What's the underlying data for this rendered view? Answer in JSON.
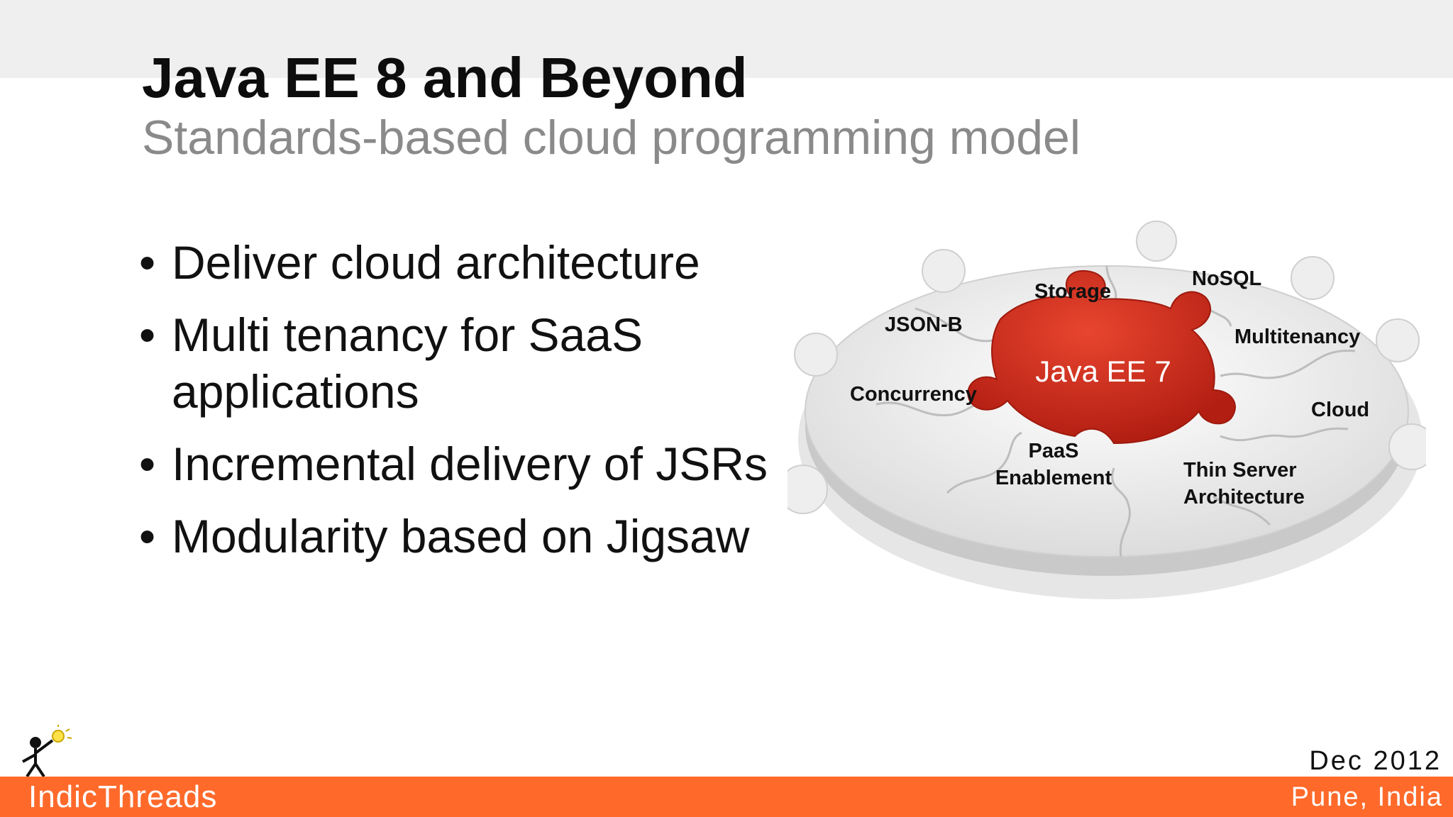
{
  "slide": {
    "title": "Java EE 8 and Beyond",
    "subtitle": "Standards-based cloud programming model"
  },
  "bullets": [
    {
      "marker": "•",
      "text": "Deliver cloud architecture"
    },
    {
      "marker": "•",
      "text": "Multi tenancy for SaaS applications"
    },
    {
      "marker": "•",
      "text": "Incremental delivery of JSRs"
    },
    {
      "marker": "•",
      "text": "Modularity based on Jigsaw"
    }
  ],
  "puzzle": {
    "center": "Java EE 7",
    "pieces": {
      "storage": "Storage",
      "nosql": "NoSQL",
      "jsonb": "JSON-B",
      "multitenancy": "Multitenancy",
      "concurrency": "Concurrency",
      "cloud": "Cloud",
      "paas_line1": "PaaS",
      "paas_line2": "Enablement",
      "thin_line1": "Thin Server",
      "thin_line2": "Architecture"
    },
    "colors": {
      "center": "#cc2a1b",
      "pieces": "#f2f2f2"
    }
  },
  "footer": {
    "brand": "IndicThreads",
    "date": "Dec 2012",
    "location": "Pune, India",
    "bar_color": "#ff6a2b"
  },
  "logo": {
    "icon": "stick-figure-lightbulb-icon"
  }
}
